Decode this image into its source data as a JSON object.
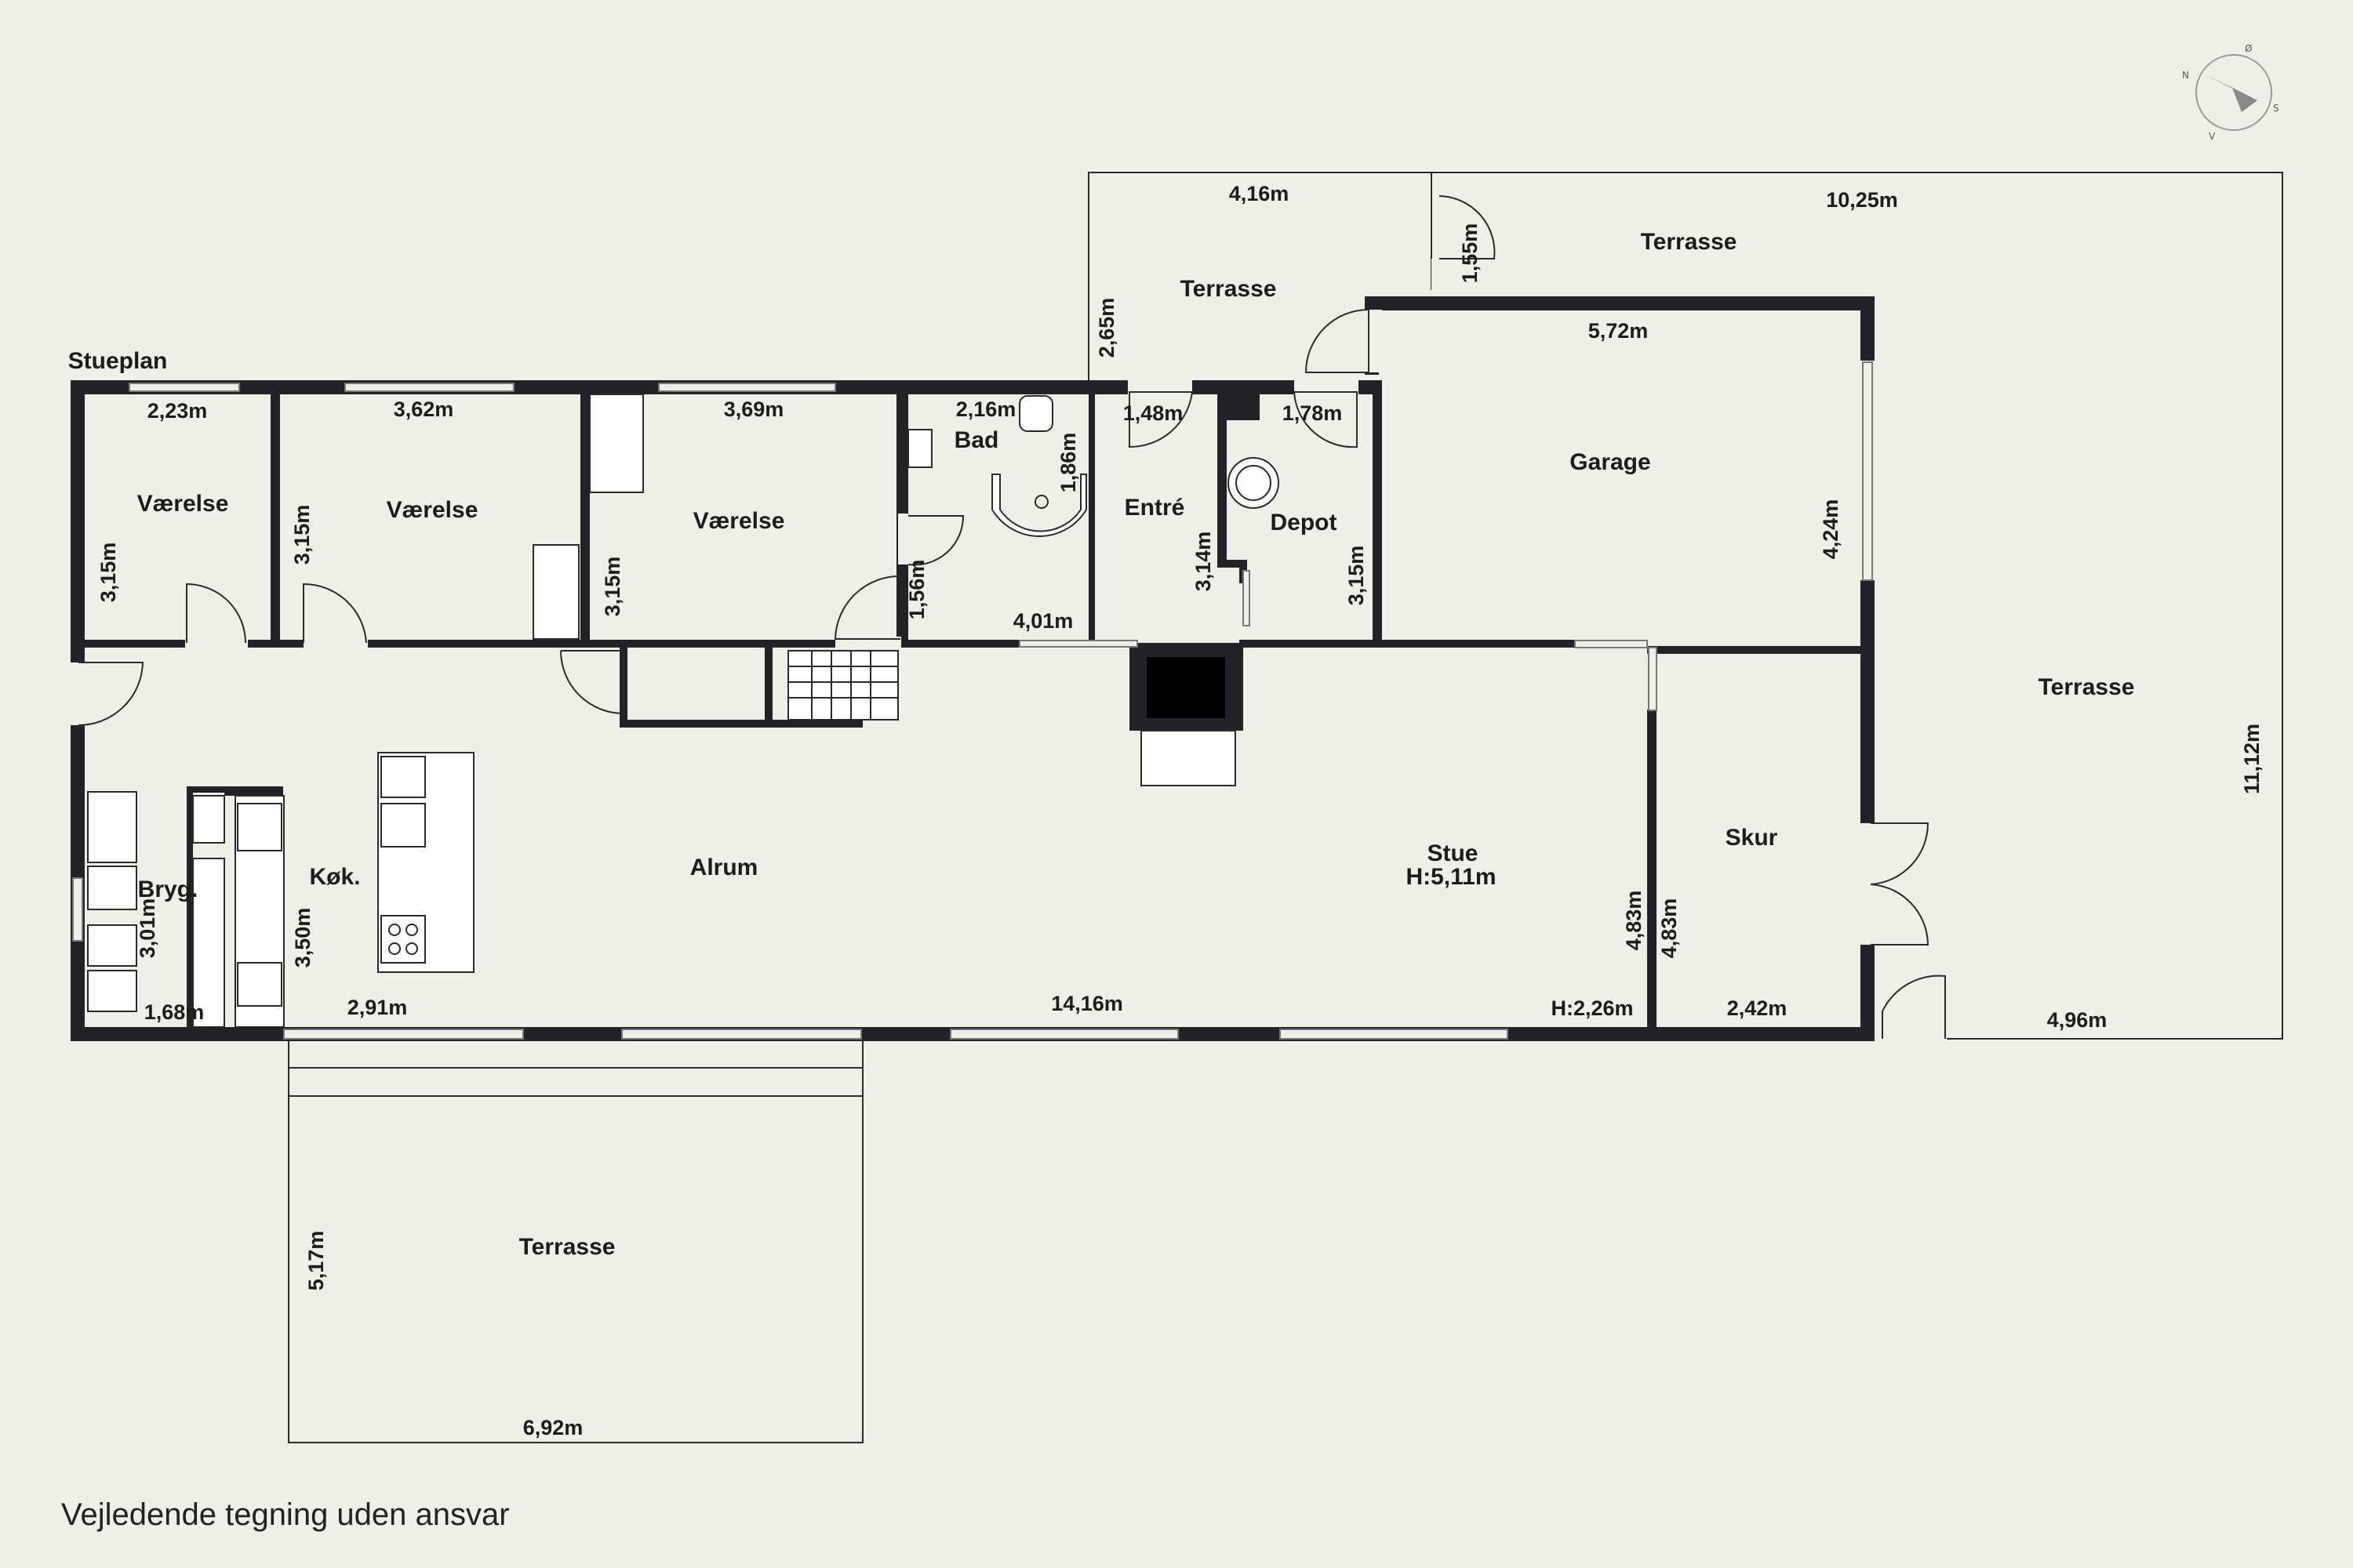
{
  "plan": {
    "floor_label": "Stueplan",
    "disclaimer": "Vejledende tegning uden ansvar",
    "compass": {
      "n": "N",
      "o": "Ø",
      "s": "S",
      "v": "V"
    },
    "rooms": {
      "vaerelse1": "Værelse",
      "vaerelse2": "Værelse",
      "vaerelse3": "Værelse",
      "bad": "Bad",
      "entre": "Entré",
      "depot": "Depot",
      "garage": "Garage",
      "terrasse_top": "Terrasse",
      "terrasse_top_right": "Terrasse",
      "terrasse_right": "Terrasse",
      "terrasse_bottom": "Terrasse",
      "alrum": "Alrum",
      "stue": "Stue",
      "stue_height": "H:5,11m",
      "bryg": "Bryg.",
      "koek": "Køk.",
      "skur": "Skur"
    },
    "dims": {
      "v1_w": "2,23m",
      "v1_h": "3,15m",
      "v2_w": "3,62m",
      "v2_h": "3,15m",
      "v3_w": "3,69m",
      "v3_h": "3,15m",
      "bad_w": "2,16m",
      "bad_h": "1,86m",
      "entre_w": "1,48m",
      "entre_h": "3,14m",
      "depot_w": "1,78m",
      "depot_h": "3,15m",
      "garage_w": "5,72m",
      "garage_h": "4,24m",
      "terr_top_w": "4,16m",
      "terr_top_h": "2,65m",
      "terr_tr_w": "10,25m",
      "terr_tr_h": "1,55m",
      "terr_right_h": "11,12m",
      "terr_right_w": "4,96m",
      "hall_w": "4,01m",
      "hall_h": "1,56m",
      "alrum_w": "2,91m",
      "long_w": "14,16m",
      "bryg_w": "1,68m",
      "bryg_h": "3,01m",
      "koek_h": "3,50m",
      "stue_h1": "4,83m",
      "stue_low": "H:2,26m",
      "skur_h": "4,83m",
      "skur_w": "2,42m",
      "terr_bot_h": "5,17m",
      "terr_bot_w": "6,92m"
    }
  }
}
